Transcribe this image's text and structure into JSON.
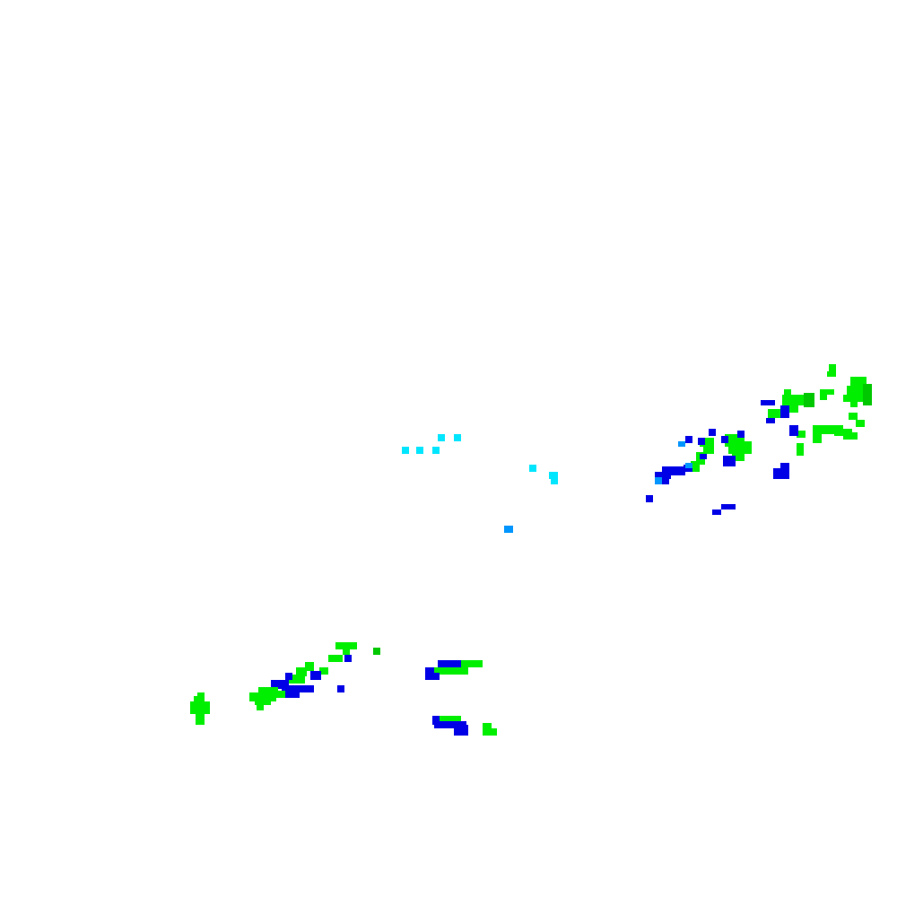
{
  "radar": {
    "colors": {
      "green": "#00ee00",
      "dark_green": "#00c800",
      "blue": "#0000e6",
      "light_blue": "#0096ff",
      "cyan": "#00e6ff"
    },
    "echo_clusters": [
      {
        "id": "northeast-band",
        "intensities": [
          "green",
          "dark_green",
          "blue"
        ]
      },
      {
        "id": "east-central-band",
        "intensities": [
          "green",
          "blue",
          "light_blue"
        ]
      },
      {
        "id": "central-scattered",
        "intensities": [
          "cyan",
          "light_blue"
        ]
      },
      {
        "id": "southwest-band",
        "intensities": [
          "green",
          "blue"
        ]
      },
      {
        "id": "south-central-cells",
        "intensities": [
          "green",
          "blue"
        ]
      }
    ]
  }
}
